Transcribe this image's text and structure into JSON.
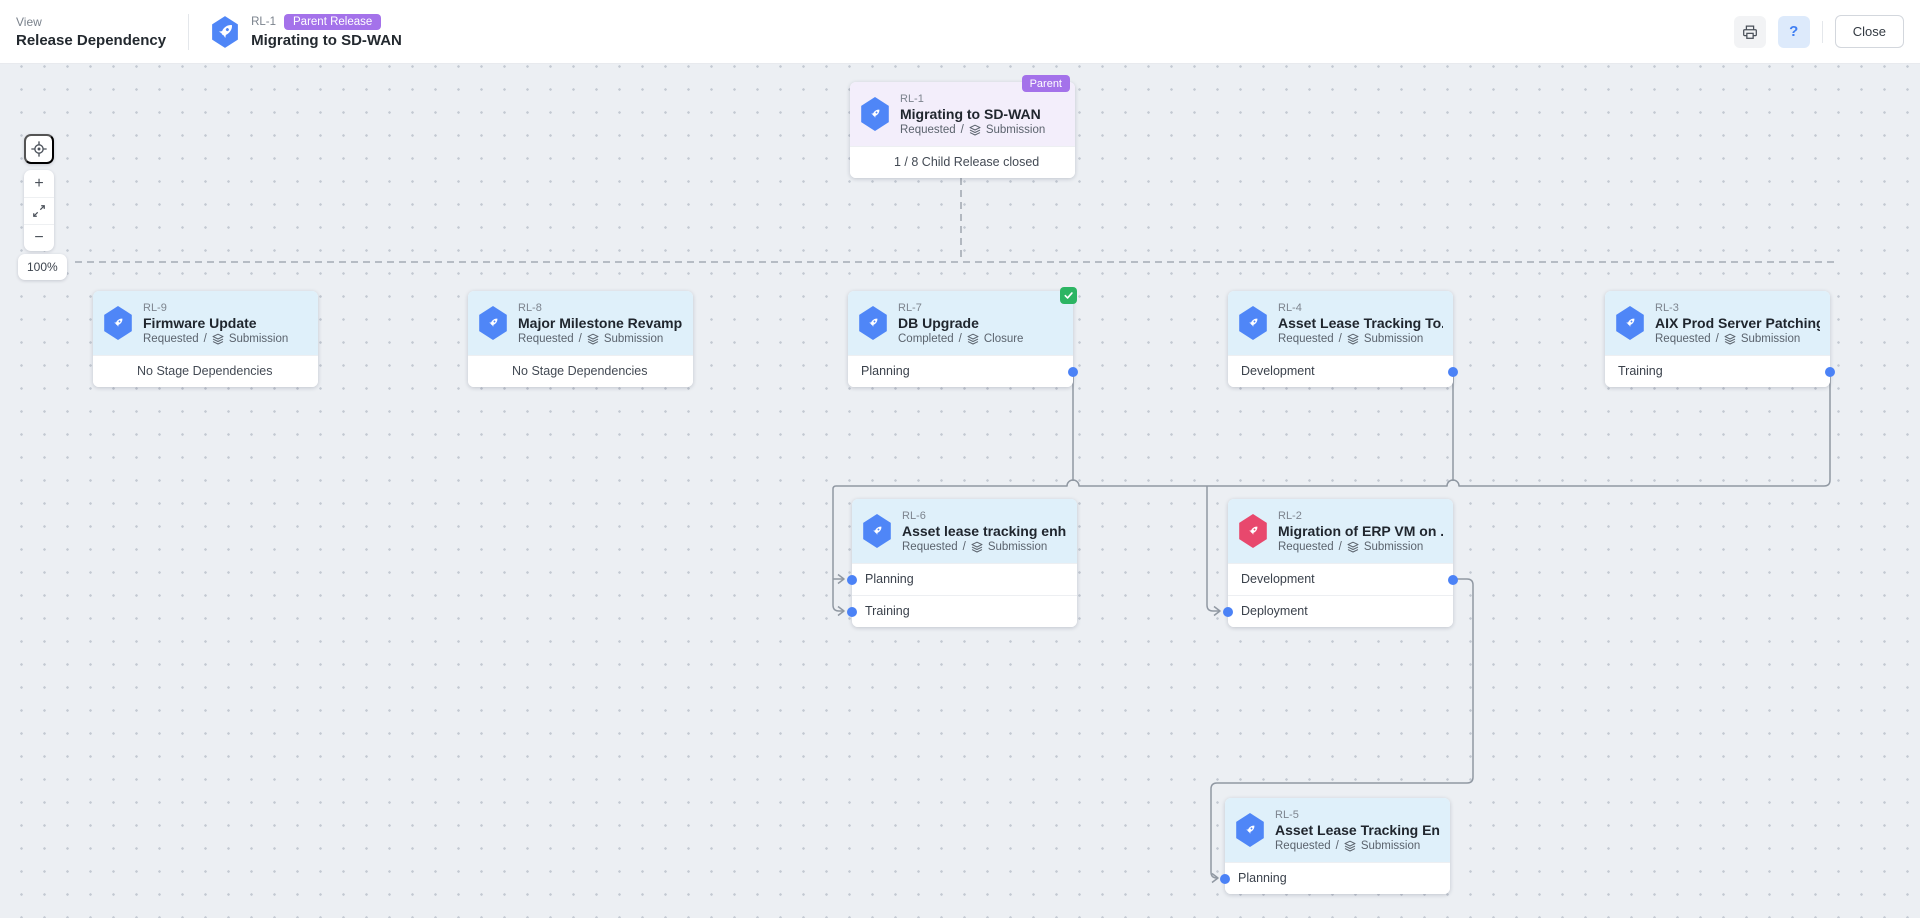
{
  "header": {
    "view_label": "View",
    "view_title": "Release Dependency",
    "release_id": "RL-1",
    "release_badge": "Parent Release",
    "release_title": "Migrating to SD-WAN",
    "help_label": "?",
    "close_label": "Close"
  },
  "controls": {
    "zoom_in_label": "+",
    "zoom_out_label": "−",
    "zoom_level": "100%"
  },
  "icons": {
    "rocket": "rocket-icon",
    "layers": "stage-layers-icon",
    "printer": "printer-icon",
    "locate": "locate-crosshair-icon",
    "expand": "expand-icon",
    "check": "completed-check-icon"
  },
  "colors": {
    "accent_blue": "#4f86f7",
    "accent_pink": "#e8486d",
    "badge_purple": "#a472ea",
    "success_green": "#2cb563",
    "parent_header": "#f3eefb",
    "child_header": "#dff0fa",
    "connector_gray": "#9098a2",
    "stage_dot_blue": "#4b82f6"
  },
  "status_divider": "/",
  "cards": [
    {
      "id": "RL-1",
      "title": "Migrating to SD-WAN",
      "status": "Requested",
      "phase": "Submission",
      "info": "1 / 8 Child Release closed",
      "badge": "Parent",
      "theme": "parent",
      "icon": "blue"
    },
    {
      "id": "RL-9",
      "title": "Firmware Update",
      "status": "Requested",
      "phase": "Submission",
      "info": "No Stage Dependencies",
      "icon": "blue"
    },
    {
      "id": "RL-8",
      "title": "Major Milestone Revamp",
      "status": "Requested",
      "phase": "Submission",
      "info": "No Stage Dependencies",
      "icon": "blue"
    },
    {
      "id": "RL-7",
      "title": "DB Upgrade",
      "status": "Completed",
      "phase": "Closure",
      "completed": true,
      "icon": "blue",
      "stages": [
        {
          "label": "Planning",
          "connector": "right"
        }
      ]
    },
    {
      "id": "RL-4",
      "title": "Asset Lease Tracking To...",
      "status": "Requested",
      "phase": "Submission",
      "icon": "blue",
      "stages": [
        {
          "label": "Development",
          "connector": "right"
        }
      ]
    },
    {
      "id": "RL-3",
      "title": "AIX Prod Server Patching",
      "status": "Requested",
      "phase": "Submission",
      "icon": "blue",
      "stages": [
        {
          "label": "Training",
          "connector": "right"
        }
      ]
    },
    {
      "id": "RL-6",
      "title": "Asset lease tracking enh...",
      "status": "Requested",
      "phase": "Submission",
      "icon": "blue",
      "stages": [
        {
          "label": "Planning",
          "connector": "left"
        },
        {
          "label": "Training",
          "connector": "left"
        }
      ]
    },
    {
      "id": "RL-2",
      "title": "Migration of ERP VM on ...",
      "status": "Requested",
      "phase": "Submission",
      "icon": "pink",
      "stages": [
        {
          "label": "Development",
          "connector": "right"
        },
        {
          "label": "Deployment",
          "connector": "left"
        }
      ]
    },
    {
      "id": "RL-5",
      "title": "Asset Lease Tracking En...",
      "status": "Requested",
      "phase": "Submission",
      "icon": "blue",
      "stages": [
        {
          "label": "Planning",
          "connector": "left"
        }
      ]
    }
  ]
}
